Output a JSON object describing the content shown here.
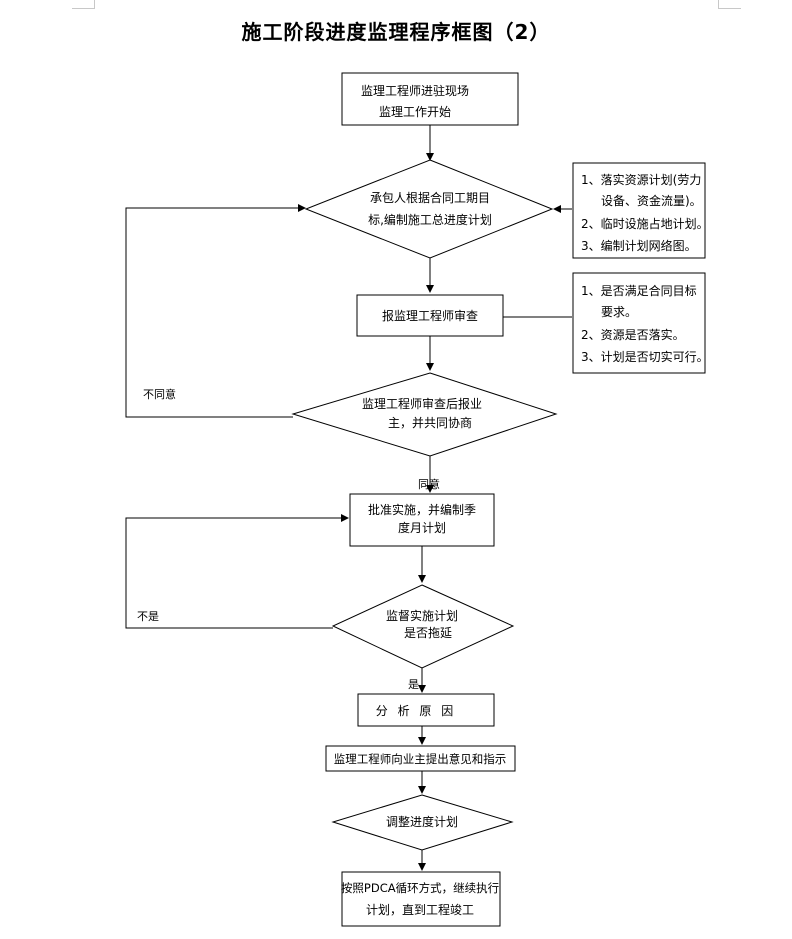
{
  "title": "施工阶段进度监理程序框图（2）",
  "nodes": {
    "start": [
      "监理工程师进驻现场",
      "监理工作开始"
    ],
    "plan": [
      "承包人根据合同工期目",
      "标,编制施工总进度计划"
    ],
    "review": [
      "报监理工程师审查"
    ],
    "owner": [
      "监理工程师审查后报业",
      "主，并共同协商"
    ],
    "approve": [
      "批准实施，并编制季",
      "度月计划"
    ],
    "supervise": [
      "监督实施计划",
      "是否拖延"
    ],
    "analyze": [
      "分 析 原 因"
    ],
    "propose": [
      "监理工程师向业主提出意见和指示"
    ],
    "adjust": [
      "调整进度计划"
    ],
    "execute": [
      "按照PDCA循环方式，继续执行",
      "计划，直到工程竣工"
    ]
  },
  "notes": {
    "resources": [
      "1、落实资源计划(劳力",
      "设备、资金流量)。",
      "2、临时设施占地计划。",
      "3、编制计划网络图。"
    ],
    "checks": [
      "1、是否满足合同目标",
      "要求。",
      "2、资源是否落实。",
      "3、计划是否切实可行。"
    ]
  },
  "labels": {
    "disagree": "不同意",
    "agree": "同意",
    "no": "不是",
    "yes": "是"
  }
}
